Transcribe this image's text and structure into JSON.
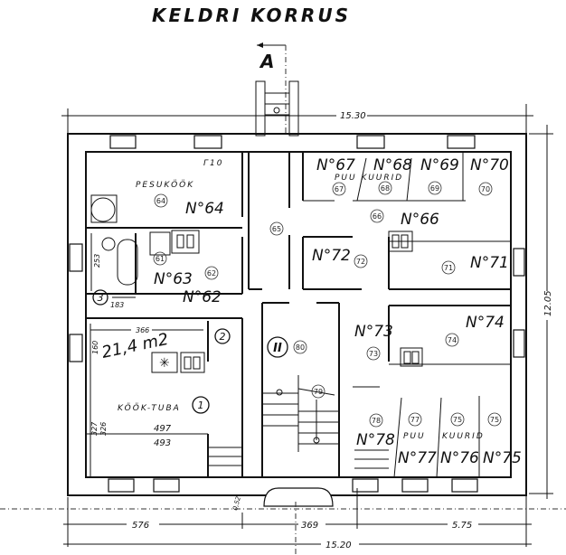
{
  "title": "KELDRI KORRUS",
  "section_marker": "A",
  "dimensions": {
    "top_total": "15.30",
    "right_total": "12.05",
    "bottom_left": "576",
    "bottom_middle": "369",
    "bottom_right": "5.75",
    "bottom_total": "15.20",
    "bath_height": "253",
    "bath_width": "183",
    "kitchen_width": "366",
    "kitchen_depth": "160",
    "room_depth_a": "327",
    "room_depth_b": "326",
    "room_width_a": "497",
    "room_width_b": "493",
    "stair_gap": "0,52"
  },
  "area_note": "21,4 m2",
  "room_labels": {
    "laundry": "PESUKÖÖK",
    "kitchen_room": "KÖÖK-TUBA",
    "woodsheds_top": "PUU KUURID",
    "woodsheds_bottom_1": "PUU",
    "woodsheds_bottom_2": "KUURID"
  },
  "rooms": [
    {
      "no": "N°64",
      "circle": "64"
    },
    {
      "no": "N°63",
      "circle": "61"
    },
    {
      "no": "N°62",
      "circle": "62"
    },
    {
      "no": "N°67",
      "circle": "67"
    },
    {
      "no": "N°68",
      "circle": "68"
    },
    {
      "no": "N°69",
      "circle": "69"
    },
    {
      "no": "N°70",
      "circle": "70"
    },
    {
      "no": "N°66",
      "circle": "66"
    },
    {
      "no": "N°72",
      "circle": "72"
    },
    {
      "no": "N°71",
      "circle": "71"
    },
    {
      "no": "N°73",
      "circle": "73"
    },
    {
      "no": "N°74",
      "circle": "74"
    },
    {
      "no": "N°78",
      "circle": "78"
    },
    {
      "no": "N°77",
      "circle": "77"
    },
    {
      "no": "N°76",
      "circle": "75"
    },
    {
      "no": "N°75",
      "circle": "75"
    }
  ],
  "extra_circles": {
    "corridor": "65",
    "stair_hall": "80",
    "stair": "79",
    "kitchen": "1",
    "pantry": "2",
    "bath": "3",
    "stair_roman": "II"
  },
  "misc": {
    "chimney_mark": "Γ10"
  }
}
